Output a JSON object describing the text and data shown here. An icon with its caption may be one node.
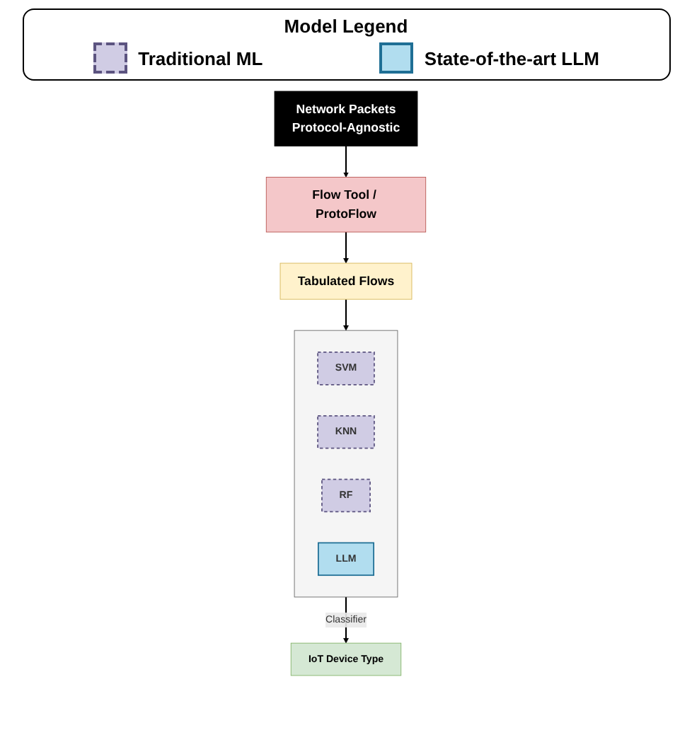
{
  "diagram": {
    "nodes": [
      {
        "text": [
          "Network Packets",
          "Protocol-Agnostic"
        ]
      },
      {
        "text": [
          "Flow Tool / ProtoFlow"
        ]
      },
      {
        "text": [
          "Tabulated Flows"
        ]
      },
      {
        "text": [],
        "shape": "box"
      },
      {
        "text": [
          "SVM"
        ],
        "in": 3
      },
      {
        "text": [
          "KNN"
        ],
        "in": 3
      },
      {
        "text": [
          "RF"
        ],
        "in": 3
      },
      {
        "text": [
          "LLM"
        ],
        "in": 3
      },
      {
        "text": [
          "IoT Device Type"
        ]
      }
    ],
    "edges": [
      {
        "from": 0,
        "to": 1,
        "arrow": "to"
      },
      {
        "from": 1,
        "to": 2,
        "arrow": "to"
      },
      {
        "from": 2,
        "to": 3,
        "arrow": "to"
      },
      {
        "from": 3,
        "to": 8,
        "arrow": "to",
        "label": "Classifier"
      }
    ],
    "labels": [
      "Model Legend"
    ],
    "legend": [
      {
        "text": "Traditional ML",
        "color": "#d0cce4"
      },
      {
        "text": "State-of-the-art LLM",
        "color": "#b1ddef"
      }
    ]
  }
}
